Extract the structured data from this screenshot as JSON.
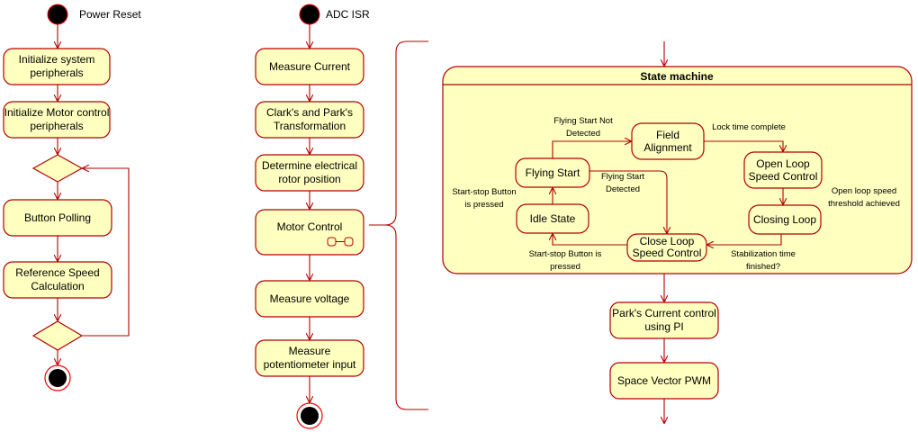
{
  "flows": {
    "power_reset": {
      "start_label": "Power Reset",
      "init_peripherals": [
        "Initialize system",
        "peripherals"
      ],
      "init_motor": [
        "Initialize Motor control",
        "peripherals"
      ],
      "button_polling": "Button Polling",
      "ref_speed": [
        "Reference Speed",
        "Calculation"
      ]
    },
    "adc_isr": {
      "start_label": "ADC ISR",
      "measure_current": "Measure Current",
      "clarke_park": [
        "Clark's and Park's",
        "Transformation"
      ],
      "rotor_position": [
        "Determine electrical",
        "rotor position"
      ],
      "motor_control": "Motor Control",
      "measure_voltage": "Measure voltage",
      "measure_pot": [
        "Measure",
        "potentiometer input"
      ]
    },
    "motor_control_detail": {
      "state_machine": {
        "title": "State machine",
        "states": {
          "field_alignment": [
            "Field",
            "Alignment"
          ],
          "flying_start": "Flying Start",
          "open_loop": [
            "Open Loop",
            "Speed Control"
          ],
          "idle": "Idle State",
          "closing_loop": "Closing Loop",
          "close_loop": [
            "Close Loop",
            "Speed Control"
          ]
        },
        "transitions": {
          "flying_not_detected": [
            "Flying Start Not",
            "Detected"
          ],
          "lock_time": "Lock time complete",
          "flying_detected": [
            "Flying Start",
            "Detected"
          ],
          "start_stop_pressed_1": [
            "Start-stop Button",
            "is pressed"
          ],
          "open_loop_threshold": [
            "Open loop speed",
            "threshold achieved"
          ],
          "start_stop_pressed_2": [
            "Start-stop Button is",
            "pressed"
          ],
          "stabilization": [
            "Stabilization time",
            "finished?"
          ]
        }
      },
      "park_current": [
        "Park's Current control",
        "using PI"
      ],
      "svpwm": "Space Vector PWM"
    }
  },
  "colors": {
    "node_fill": "#ffffc0",
    "stroke": "#b20000",
    "start_stroke": "#ff0000"
  }
}
